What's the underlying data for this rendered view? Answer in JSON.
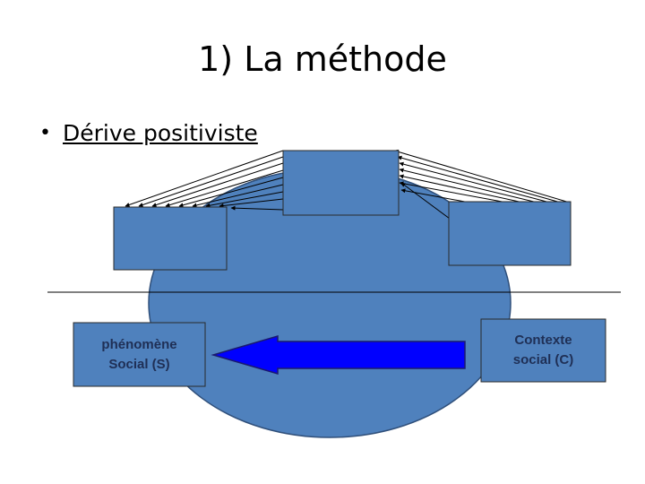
{
  "slide": {
    "title": "1) La méthode",
    "bullet": "Dérive positiviste"
  },
  "diagram": {
    "left_box_label": "phénomène\nSocial (S)",
    "right_box_label": "Contexte\nsocial (C)",
    "colors": {
      "circle_fill": "#4f81bd",
      "box_fill": "#4f81bd",
      "box_stroke": "#2a2a2a",
      "arrow_fill": "#0000ff",
      "line_color": "#000000"
    }
  }
}
